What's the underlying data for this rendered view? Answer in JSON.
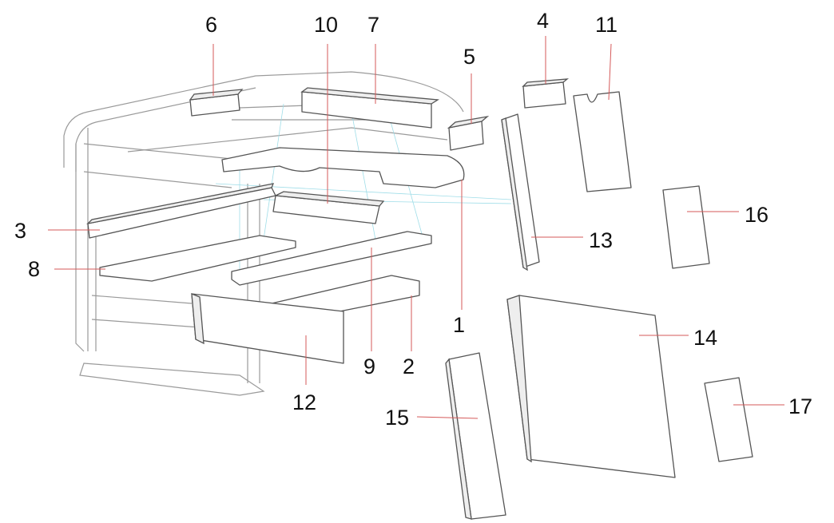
{
  "diagram": {
    "type": "exploded-view",
    "labels": [
      "1",
      "2",
      "3",
      "4",
      "5",
      "6",
      "7",
      "8",
      "9",
      "10",
      "11",
      "12",
      "13",
      "14",
      "15",
      "16",
      "17"
    ]
  }
}
